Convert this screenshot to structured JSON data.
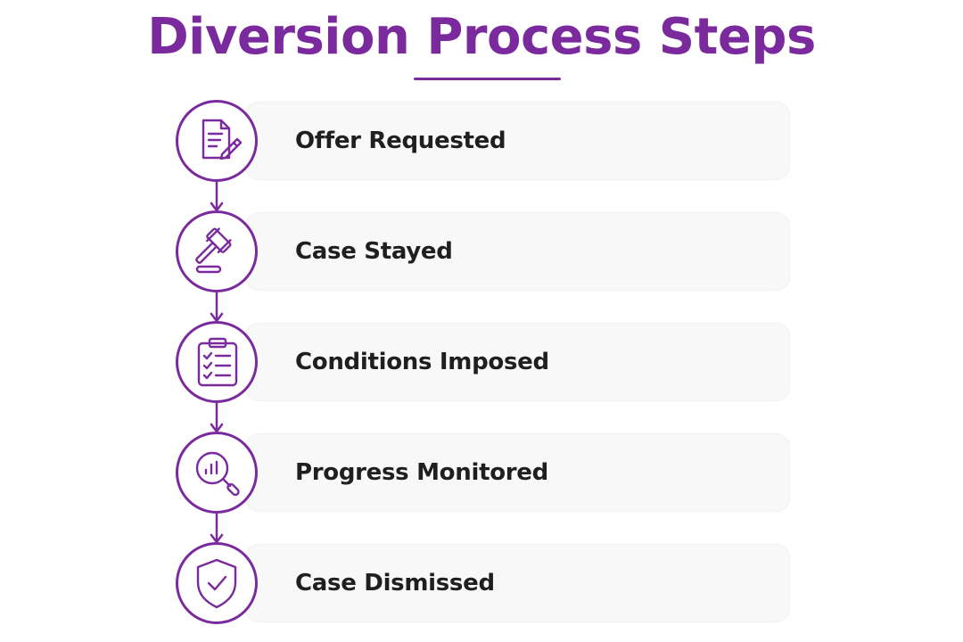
{
  "title": "Diversion Process Steps",
  "colors": {
    "accent": "#7a2a9c",
    "card_background": "#f8f8f8",
    "label_text": "#1f1f1f"
  },
  "steps": [
    {
      "label": "Offer Requested",
      "icon": "document-pen-icon"
    },
    {
      "label": "Case Stayed",
      "icon": "gavel-icon"
    },
    {
      "label": "Conditions Imposed",
      "icon": "clipboard-checklist-icon"
    },
    {
      "label": "Progress Monitored",
      "icon": "chart-magnifier-icon"
    },
    {
      "label": "Case Dismissed",
      "icon": "shield-check-icon"
    }
  ]
}
